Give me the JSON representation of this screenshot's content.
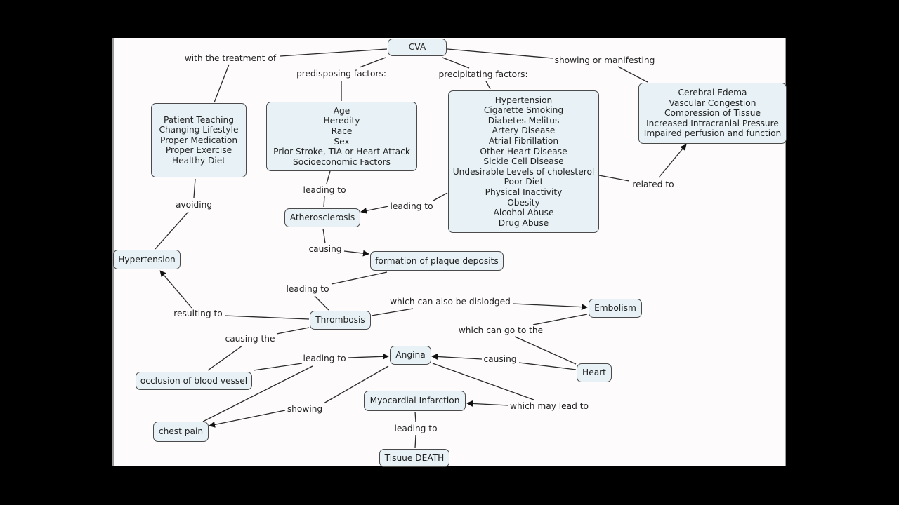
{
  "title": "CVA concept map",
  "colors": {
    "node_fill": "#e8f2f6",
    "node_border": "#4a4a4a",
    "canvas": "#fdfbfc",
    "frame": "#000000",
    "line": "#2a2a2a"
  },
  "nodes": {
    "cva": {
      "text": [
        "CVA"
      ]
    },
    "treatment": {
      "text": [
        "Patient Teaching",
        "Changing Lifestyle",
        "Proper Medication",
        "Proper Exercise",
        "Healthy Diet"
      ]
    },
    "predisposing": {
      "text": [
        "Age",
        "Heredity",
        "Race",
        "Sex",
        "Prior Stroke, TIA or Heart Attack",
        "Socioeconomic Factors"
      ]
    },
    "precipitating": {
      "text": [
        "Hypertension",
        "Cigarette Smoking",
        "Diabetes Melitus",
        "Artery Disease",
        "Atrial Fibrillation",
        "Other Heart Disease",
        "Sickle Cell Disease",
        "Undesirable Levels of cholesterol",
        "Poor Diet",
        "Physical Inactivity",
        "Obesity",
        "Alcohol Abuse",
        "Drug Abuse"
      ]
    },
    "manifestations": {
      "text": [
        "Cerebral Edema",
        "Vascular Congestion",
        "Compression of Tissue",
        "Increased Intracranial Pressure",
        "Impaired perfusion and function"
      ]
    },
    "atherosclerosis": {
      "text": [
        "Atherosclerosis"
      ]
    },
    "plaque": {
      "text": [
        "formation of plaque deposits"
      ]
    },
    "hypertension": {
      "text": [
        "Hypertension"
      ]
    },
    "thrombosis": {
      "text": [
        "Thrombosis"
      ]
    },
    "embolism": {
      "text": [
        "Embolism"
      ]
    },
    "heart": {
      "text": [
        "Heart"
      ]
    },
    "angina": {
      "text": [
        "Angina"
      ]
    },
    "occlusion": {
      "text": [
        "occlusion of blood vessel"
      ]
    },
    "chestpain": {
      "text": [
        "chest pain"
      ]
    },
    "mi": {
      "text": [
        "Myocardial Infarction"
      ]
    },
    "death": {
      "text": [
        "Tisuue DEATH"
      ]
    }
  },
  "links": {
    "treatment_of": "with the treatment of",
    "predisposing": "predisposing factors:",
    "precipitating": "precipitating factors:",
    "showing_manifesting": "showing or manifesting",
    "related_to": "related to",
    "pre_leading_to": "leading to",
    "prec_leading_to": "leading to",
    "avoiding": "avoiding",
    "causing_plaque": "causing",
    "plaque_leading_to": "leading to",
    "resulting_to": "resulting to",
    "dislodged": "which can also be dislodged",
    "go_to_the": "which can go to the",
    "causing_the": "causing the",
    "occl_leading_to": "leading to",
    "heart_causing": "causing",
    "showing": "showing",
    "may_lead_to": "which may lead to",
    "mi_leading_to": "leading to"
  }
}
